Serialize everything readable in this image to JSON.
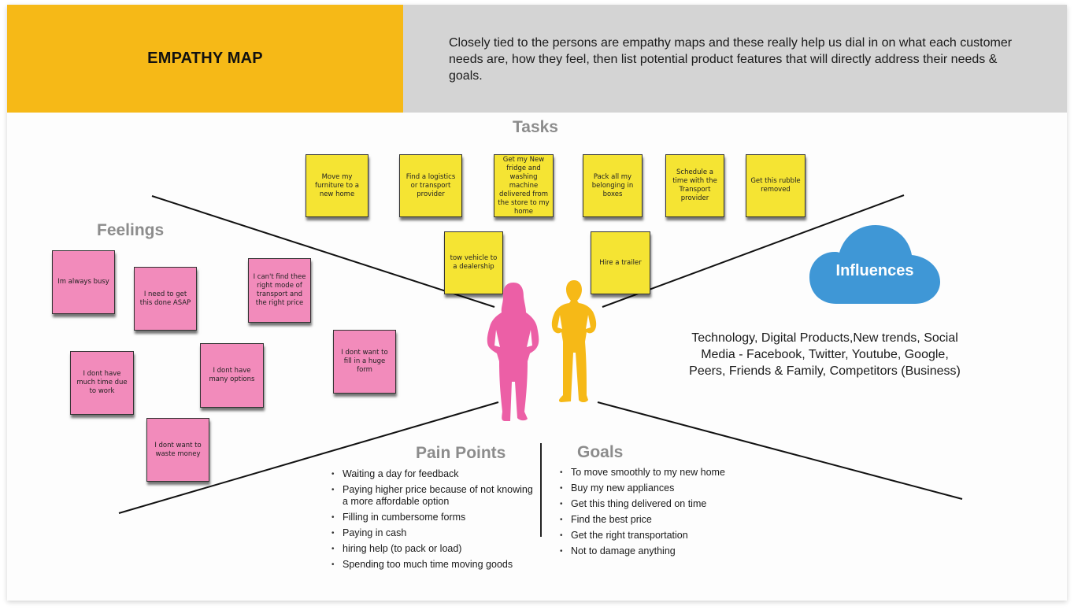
{
  "header": {
    "title": "EMPATHY MAP",
    "description": "Closely tied to the persons are empathy maps and these really help us dial in on what each customer needs are, how they feel, then list potential product features that will directly address their needs & goals."
  },
  "colors": {
    "header_accent": "#f6b917",
    "header_gray": "#d4d4d4",
    "task_note": "#f5e433",
    "feeling_note": "#f28bbb",
    "persona_female": "#ec5fa6",
    "persona_male": "#f6b917",
    "cloud": "#3f97d6",
    "section_title": "#8c8c8c"
  },
  "tasks": {
    "title": "Tasks",
    "notes": [
      "Move my furniture to a new home",
      "Find a logistics or transport provider",
      "Get my New fridge and washing machine delivered from the store to my home",
      "Pack all my belonging in boxes",
      "Schedule a time with the Transport provider",
      "Get this rubble removed",
      "tow vehicle to a dealership",
      "Hire a trailer"
    ]
  },
  "feelings": {
    "title": "Feelings",
    "notes": [
      "Im always busy",
      "I need to get this done ASAP",
      "I can't find thee right mode of transport and the right price",
      "I dont have much time due to work",
      "I dont have many options",
      "I dont want to fill in a huge form",
      "I dont want to waste money"
    ]
  },
  "influences": {
    "title": "Influences",
    "icon": "cloud-icon",
    "text": "Technology, Digital Products,New trends, Social Media - Facebook, Twitter, Youtube, Google, Peers, Friends & Family, Competitors (Business)"
  },
  "pain_points": {
    "title": "Pain Points",
    "items": [
      "Waiting a day for feedback",
      "Paying higher price because of not knowing a more affordable option",
      "Filling in cumbersome forms",
      "Paying in cash",
      "hiring help (to pack or load)",
      "Spending too much time moving goods"
    ]
  },
  "goals": {
    "title": "Goals",
    "items": [
      "To move smoothly to my new home",
      "Buy my new appliances",
      "Get this thing delivered on time",
      "Find the best price",
      "Get the right transportation",
      "Not to damage anything"
    ]
  },
  "personas": [
    "female-persona-silhouette",
    "male-persona-silhouette"
  ]
}
